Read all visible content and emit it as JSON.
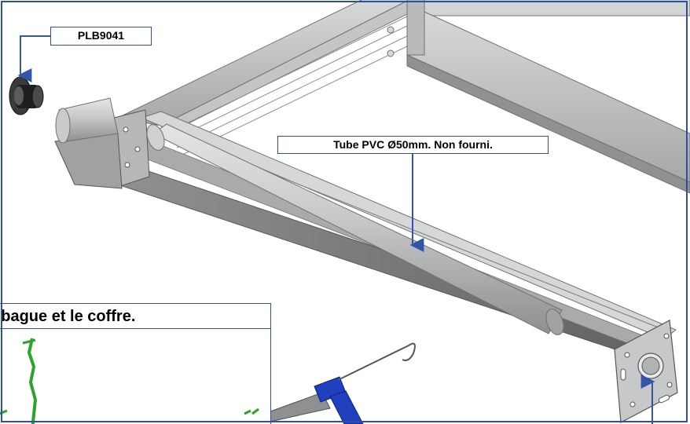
{
  "callouts": {
    "part_number": "PLB9041",
    "tube_note": "Tube PVC Ø50mm. Non fourni."
  },
  "inset": {
    "title": "la bague et le coffre."
  },
  "colors": {
    "callout_border": "#2f4f9f",
    "arrow": "#3355a8",
    "frame_metal": "#a9abad",
    "frame_metal_dark": "#6f7173",
    "pvc_tube": "#b9babc",
    "caulk_gun_blue": "#1f3fbf",
    "sealant_green": "#2aa52a"
  },
  "icons": {
    "arrow_icon": "arrow-down-icon",
    "bushing": "bushing-part-icon",
    "caulk_gun": "caulk-gun-icon"
  }
}
